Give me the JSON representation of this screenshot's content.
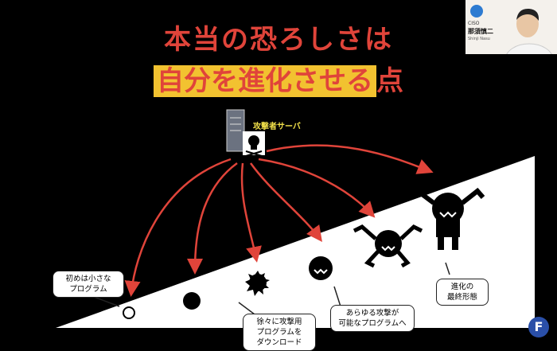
{
  "slide": {
    "title_line1": "本当の恐ろしさは",
    "title_line2_highlight": "自分を進化させる",
    "title_line2_rest": "点",
    "server_label": "攻撃者サーバ",
    "callouts": {
      "small_program": "初めは小さな\nプログラム",
      "download": "徐々に攻撃用\nプログラムを\nダウンロード",
      "attack_capable": "あらゆる攻撃が\n可能なプログラムへ",
      "final_form": "進化の\n最終形態"
    }
  },
  "video": {
    "logo_text": "CISO",
    "name": "那須慎二",
    "subtitle": "Shinji Nasu"
  },
  "badge": {
    "letter": "F"
  },
  "colors": {
    "title_red": "#e0443a",
    "highlight_yellow": "#f2c230",
    "arrow_red": "#e0443a"
  }
}
